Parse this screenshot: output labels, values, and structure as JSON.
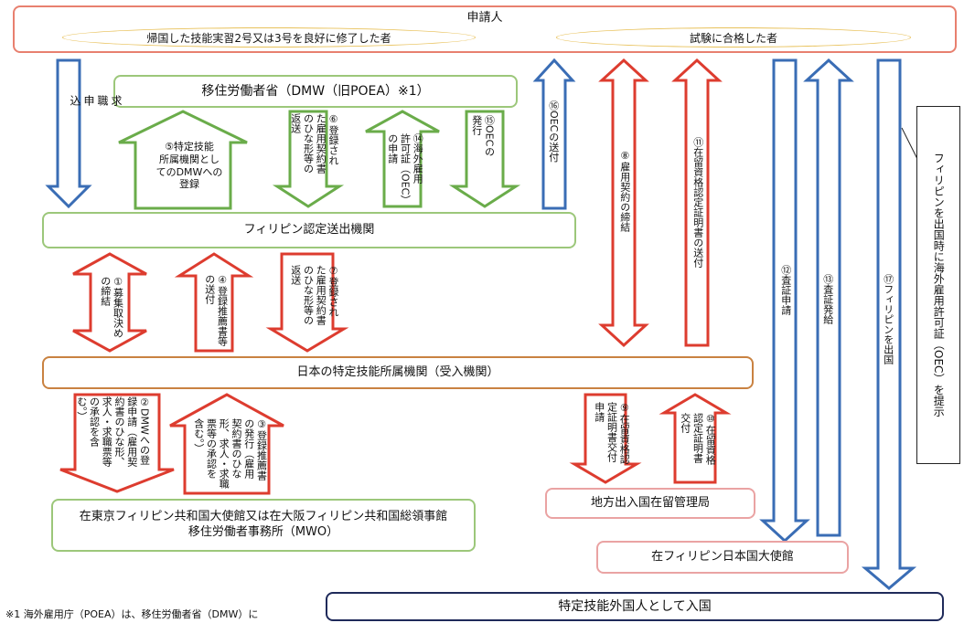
{
  "applicant": {
    "title": "申請人",
    "left_oval": "帰国した技能実習2号又は3号を良好に修了した者",
    "right_oval": "試験に合格した者"
  },
  "dmw": "移住労働者省（DMW（旧POEA）※1）",
  "agency": "フィリピン認定送出機関",
  "japan_org": "日本の特定技能所属機関（受入機関）",
  "embassy_ph": "在東京フィリピン共和国大使館又は在大阪フィリピン共和国総領事館\n移住労働者事務所（MWO）",
  "immigration": "地方出入国在留管理局",
  "jp_embassy": "在フィリピン日本国大使館",
  "entry": "特定技能外国人として入国",
  "oec_present": "フィリピンを出国時に海外雇用許可証（OEC）を提示",
  "footnote": "※1 海外雇用庁（POEA）は、移住労働者省（DMW）に",
  "labels": {
    "job_application": "求\n職\n申\n込",
    "step5": "⑤特定技能\n所属機関とし\nてのDMWへの\n登録",
    "step6": "⑥登録され\nた雇用契約書\nのひな形等の\n返送",
    "step14": "⑭海外雇用\n許可証（OEC）\nの申請",
    "step15": "⑮OECの\n発行",
    "step16": "⑯OECの送付",
    "step8": "⑧雇用契約の締結",
    "step11": "⑪在留資格認定証明書の送付",
    "step12": "⑫査証申請",
    "step13": "⑬査証発給",
    "step17": "⑰フィリピンを出国",
    "step1": "①募集取決め\nの締結",
    "step4": "④登録推薦書等\nの送付",
    "step7": "⑦登録され\nた雇用契約書\nのひな形等の\n返送",
    "step2": "②DMWへの登\n録申請（雇用契\n約書のひな形、\n求人・求職票等\nの承認を含\nむ。）",
    "step3": "③登録推薦書\nの発行（雇用\n契約書のひな\n形、求人・求職\n票等の承認を\n含む。）",
    "step9": "⑨在留資格認\n定証明書交付\n申請",
    "step10": "⑩在留資格\n認定証明書\n交付"
  },
  "colors": {
    "blue": "#3a6db5",
    "green": "#6aac4a",
    "red": "#dd3c2f",
    "orange": "#c98241",
    "navy": "#1f2a5a"
  }
}
